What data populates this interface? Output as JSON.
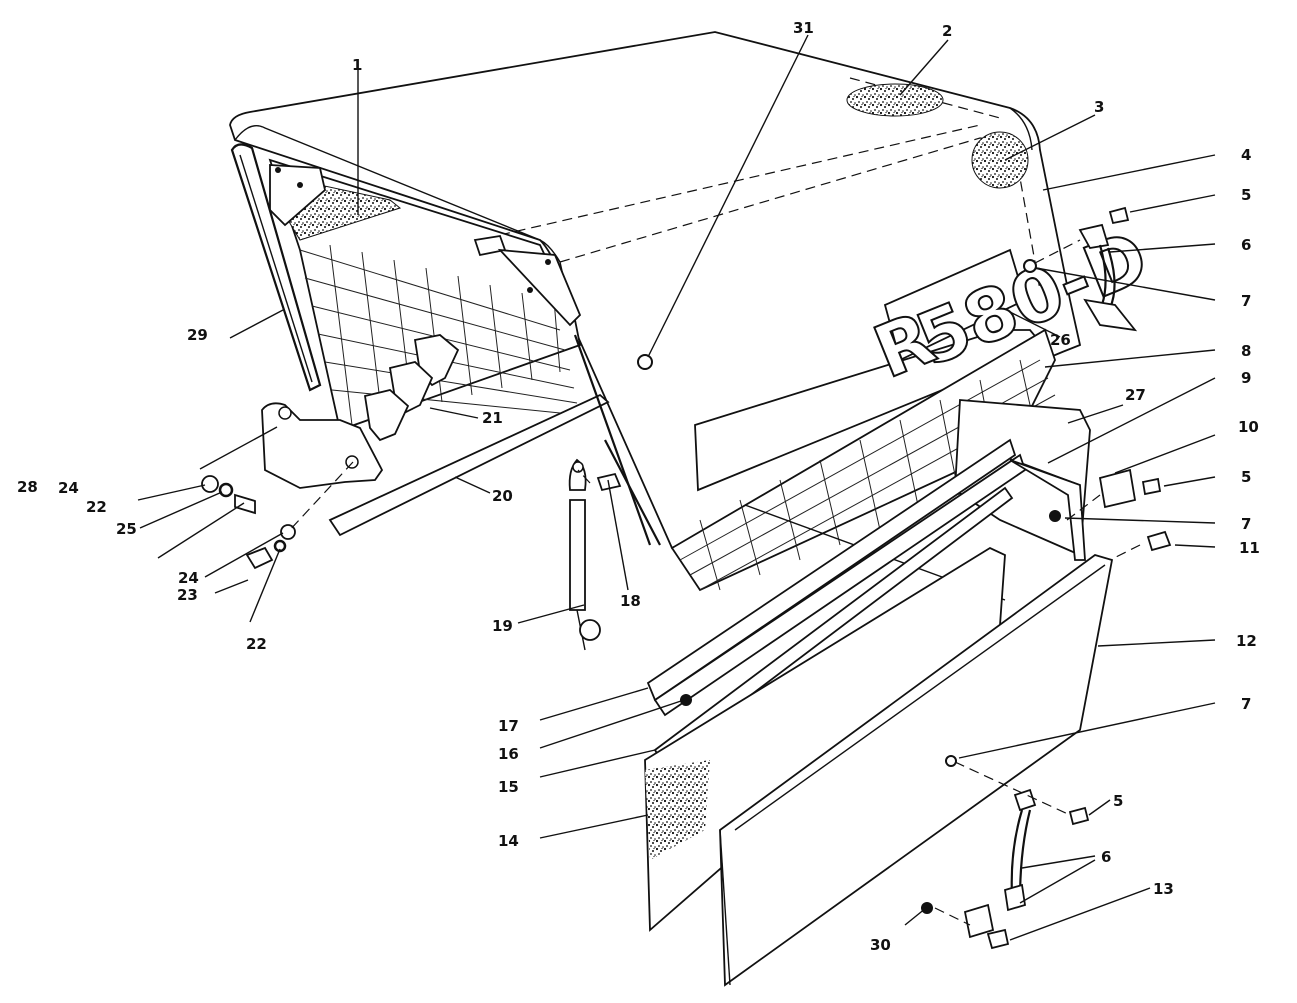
{
  "logo_text": "580-D",
  "logo_prefix": "R",
  "callouts": [
    {
      "id": "c1",
      "text": "1"
    },
    {
      "id": "c2",
      "text": "2"
    },
    {
      "id": "c3",
      "text": "3"
    },
    {
      "id": "c4",
      "text": "4"
    },
    {
      "id": "c5a",
      "text": "5"
    },
    {
      "id": "c6a",
      "text": "6"
    },
    {
      "id": "c7a",
      "text": "7"
    },
    {
      "id": "c8",
      "text": "8"
    },
    {
      "id": "c9",
      "text": "9"
    },
    {
      "id": "c10",
      "text": "10"
    },
    {
      "id": "c5b",
      "text": "5"
    },
    {
      "id": "c7b",
      "text": "7"
    },
    {
      "id": "c11",
      "text": "11"
    },
    {
      "id": "c12",
      "text": "12"
    },
    {
      "id": "c7c",
      "text": "7"
    },
    {
      "id": "c5c",
      "text": "5"
    },
    {
      "id": "c6b",
      "text": "6"
    },
    {
      "id": "c13",
      "text": "13"
    },
    {
      "id": "c30",
      "text": "30"
    },
    {
      "id": "c14",
      "text": "14"
    },
    {
      "id": "c15",
      "text": "15"
    },
    {
      "id": "c16",
      "text": "16"
    },
    {
      "id": "c17",
      "text": "17"
    },
    {
      "id": "c19",
      "text": "19"
    },
    {
      "id": "c18",
      "text": "18"
    },
    {
      "id": "c20",
      "text": "20"
    },
    {
      "id": "c21",
      "text": "21"
    },
    {
      "id": "c22a",
      "text": "22"
    },
    {
      "id": "c22b",
      "text": "22"
    },
    {
      "id": "c23",
      "text": "23"
    },
    {
      "id": "c24a",
      "text": "24"
    },
    {
      "id": "c24b",
      "text": "24"
    },
    {
      "id": "c25",
      "text": "25"
    },
    {
      "id": "c26",
      "text": "26"
    },
    {
      "id": "c27",
      "text": "27"
    },
    {
      "id": "c28",
      "text": "28"
    },
    {
      "id": "c29",
      "text": "29"
    },
    {
      "id": "c31",
      "text": "31"
    }
  ]
}
